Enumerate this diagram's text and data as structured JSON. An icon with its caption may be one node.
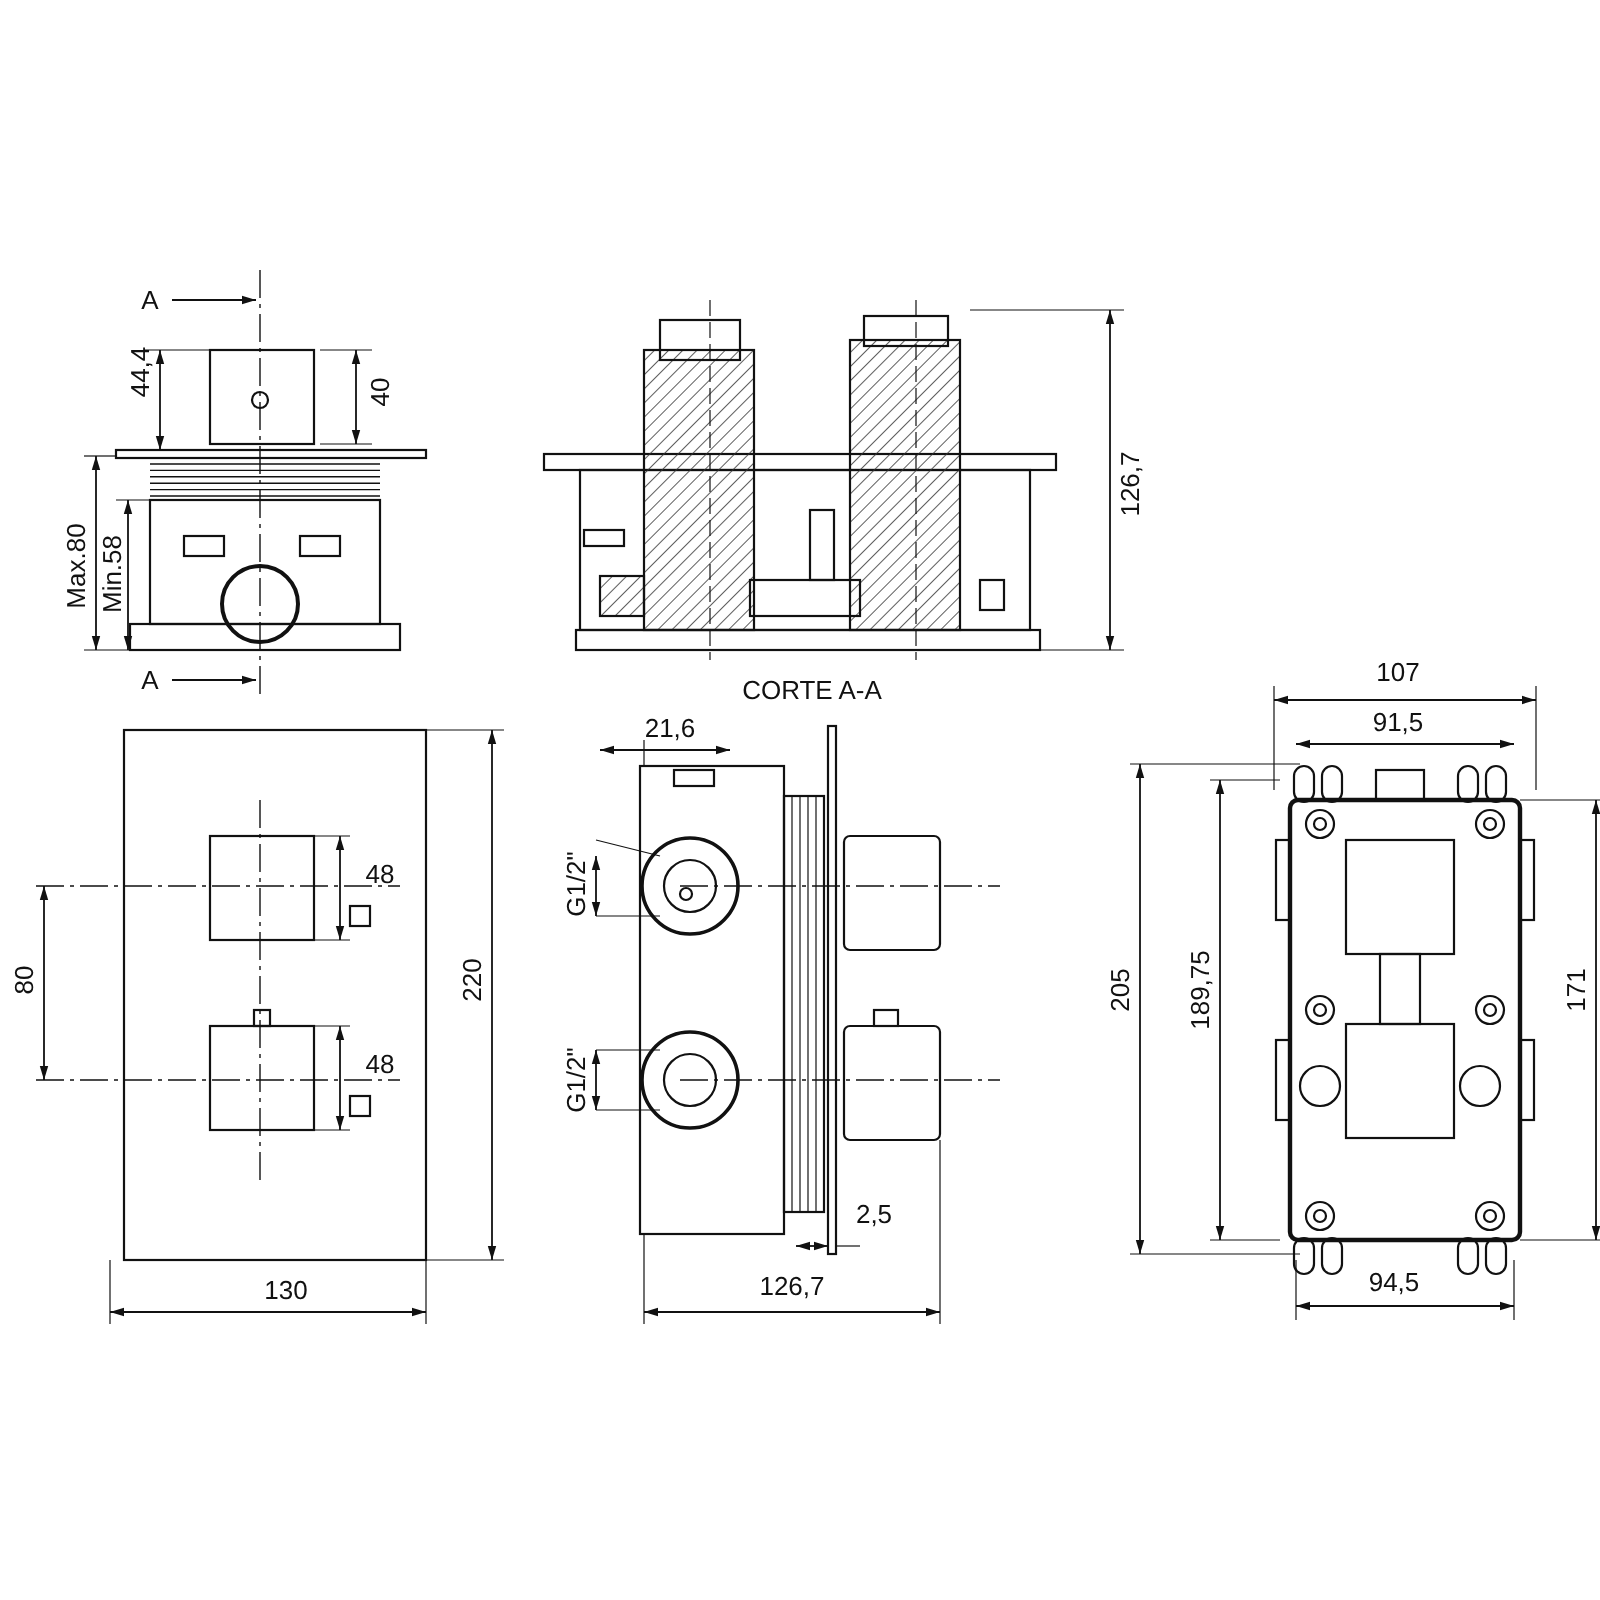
{
  "diagram": {
    "labels": [
      "A",
      "44,4",
      "40",
      "Max.80",
      "Min.58",
      "126,7",
      "A",
      "CORTE A-A",
      "107",
      "21,6",
      "91,5",
      "G1/2\"",
      "48",
      "80",
      "220",
      "205",
      "189,75",
      "171",
      "G1/2\"",
      "48",
      "2,5",
      "130",
      "126,7",
      "94,5"
    ]
  }
}
